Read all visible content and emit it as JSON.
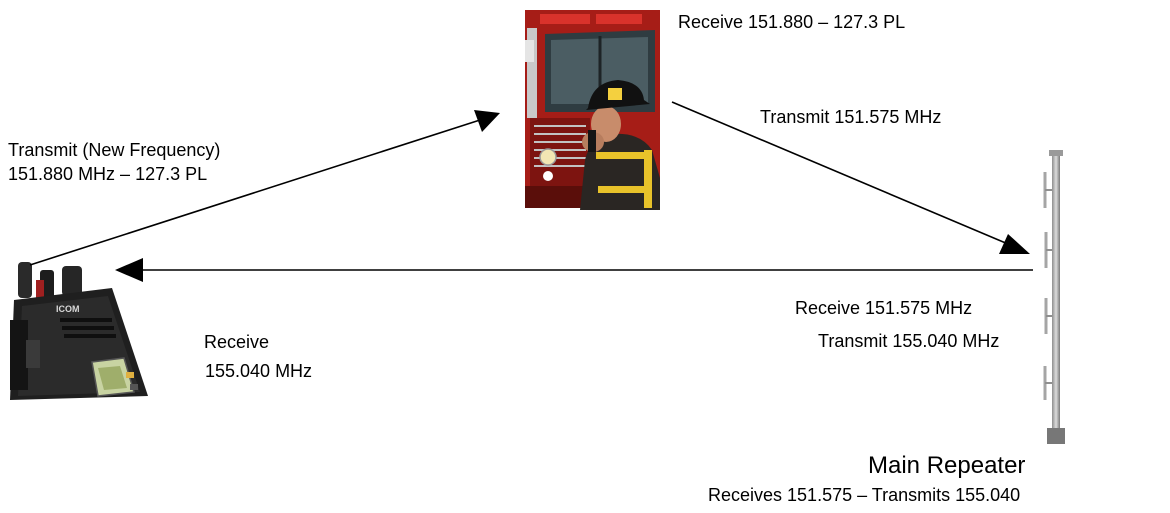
{
  "labels": {
    "truck_receive": "Receive 151.880 – 127.3 PL",
    "truck_transmit": "Transmit 151.575 MHz",
    "radio_transmit_line1": "Transmit (New Frequency)",
    "radio_transmit_line2": "151.880 MHz – 127.3 PL",
    "radio_receive_line1": "Receive",
    "radio_receive_line2": "155.040 MHz",
    "repeater_receive": "Receive 151.575 MHz",
    "repeater_transmit": "Transmit 155.040 MHz",
    "repeater_title": "Main Repeater",
    "repeater_subtitle": "Receives 151.575 – Transmits 155.040"
  },
  "images": {
    "truck": "fire-truck-firefighter-photo",
    "radio": "handheld-radio-photo",
    "antenna": "repeater-antenna-photo"
  },
  "radio_brand": "ICOM"
}
